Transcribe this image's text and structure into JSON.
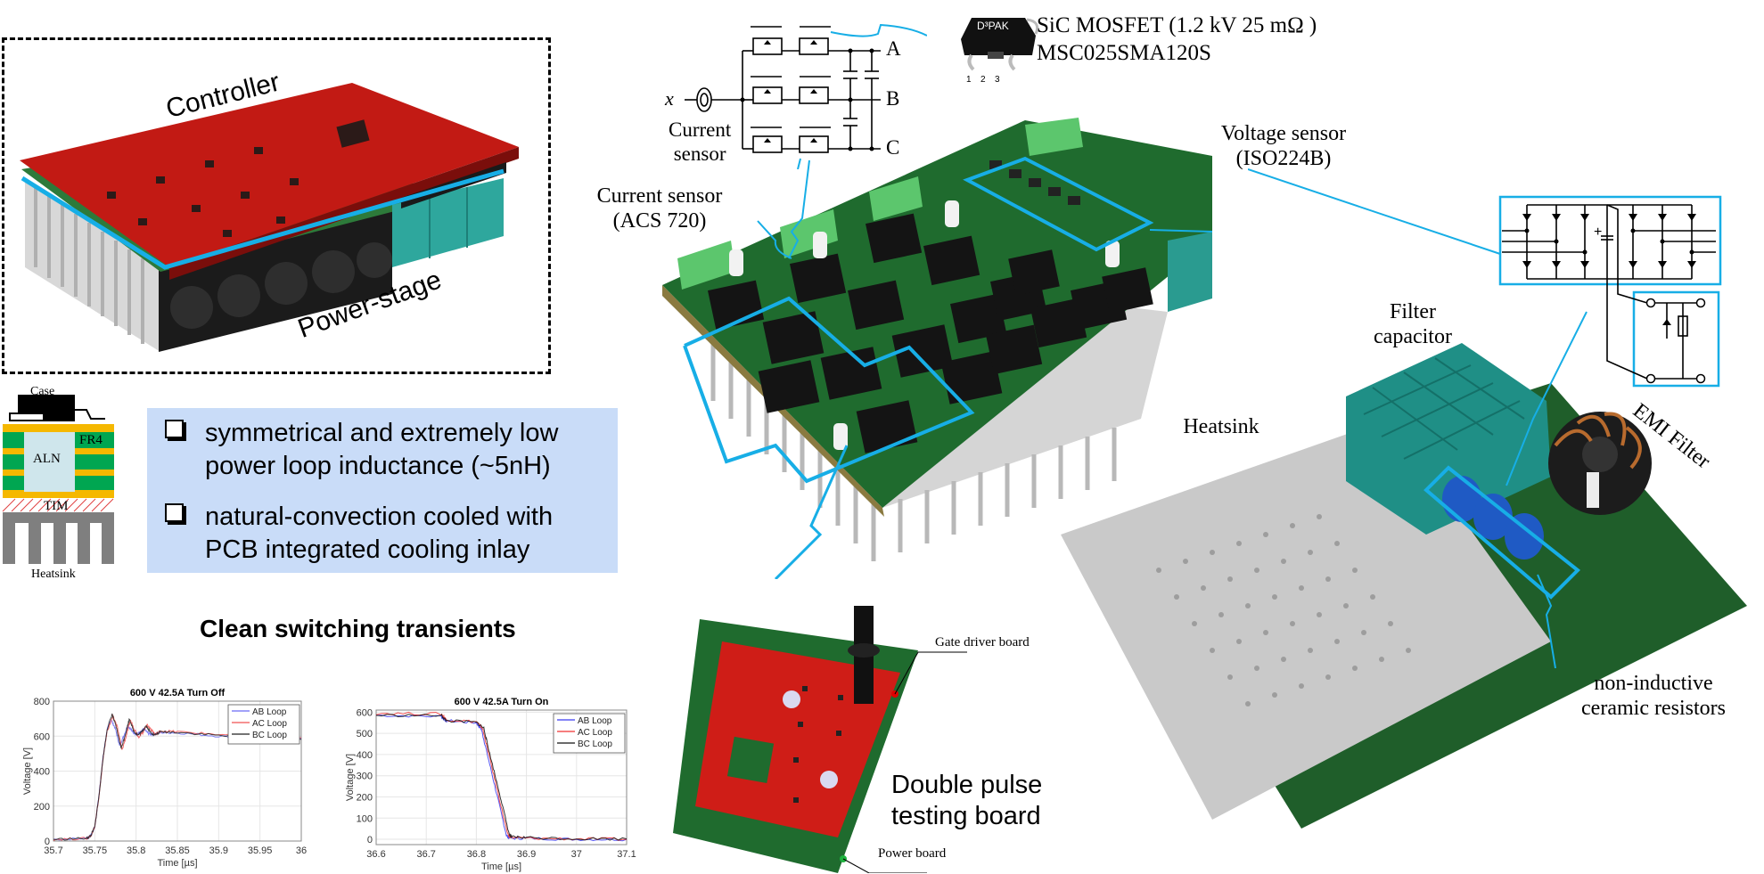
{
  "controller_panel": {
    "controller_label": "Controller",
    "power_stage_label": "Power-stage"
  },
  "stackup": {
    "case_label": "Case",
    "fr4_label": "FR4",
    "aln_label": "ALN",
    "tim_label": "TIM",
    "heatsink_label": "Heatsink",
    "colors": {
      "copper": "#f5b800",
      "fr4": "#00a651",
      "aln": "#cfe6ec",
      "heatsink": "#7f7f7f",
      "case": "#000000"
    }
  },
  "features": {
    "items": [
      {
        "line1": "symmetrical and extremely low",
        "line2": "power loop inductance (~5nH)"
      },
      {
        "line1": "natural-convection cooled with",
        "line2": "PCB integrated cooling inlay"
      }
    ],
    "background": "#c9dcf8"
  },
  "transients_heading": "Clean switching transients",
  "schematic": {
    "input_label": "x",
    "sensor_label_1": "Current",
    "sensor_label_2": "sensor",
    "outputs": [
      "A",
      "B",
      "C"
    ]
  },
  "mosfet": {
    "package_label": "D³PAK",
    "pins": [
      "1",
      "2",
      "3"
    ],
    "title": "SiC MOSFET (1.2 kV 25 mΩ )",
    "part_number": "MSC025SMA120S"
  },
  "center_board": {
    "current_sensor_label_1": "Current sensor",
    "current_sensor_label_2": "(ACS 720)",
    "voltage_sensor_label_1": "Voltage sensor",
    "voltage_sensor_label_2": "(ISO224B)"
  },
  "dpt_board": {
    "gate_driver_label": "Gate driver board",
    "power_board_label": "Power board",
    "title_line1": "Double pulse",
    "title_line2": "testing board"
  },
  "filter_board": {
    "filter_capacitor_label_1": "Filter",
    "filter_capacitor_label_2": "capacitor",
    "heatsink_label": "Heatsink",
    "emi_filter_label": "EMI Filter",
    "resistor_label_1": "non-inductive",
    "resistor_label_2": "ceramic resistors"
  },
  "accent_color": "#17aee6",
  "chart_data": [
    {
      "type": "line",
      "title": "600 V 42.5A Turn Off",
      "xlabel": "Time [µs]",
      "ylabel": "Voltage [V]",
      "xlim": [
        35.7,
        36.0
      ],
      "ylim": [
        0,
        800
      ],
      "xticks": [
        "35.7",
        "35.75",
        "35.8",
        "35.85",
        "35.9",
        "35.95",
        "36"
      ],
      "yticks": [
        "0",
        "200",
        "400",
        "600",
        "800"
      ],
      "grid": true,
      "legend": "top-right",
      "series": [
        {
          "name": "AB Loop",
          "color": "#6a6af5",
          "x": [
            35.7,
            35.74,
            35.745,
            35.75,
            35.755,
            35.76,
            35.765,
            35.77,
            35.775,
            35.78,
            35.785,
            35.79,
            35.795,
            35.8,
            35.805,
            35.81,
            35.815,
            35.82,
            35.83,
            35.85,
            35.9,
            35.95,
            36.0
          ],
          "y": [
            10,
            15,
            30,
            80,
            260,
            480,
            640,
            695,
            640,
            545,
            600,
            660,
            630,
            610,
            620,
            640,
            615,
            610,
            620,
            620,
            600,
            585,
            585
          ]
        },
        {
          "name": "AC Loop",
          "color": "#f05050",
          "x": [
            35.7,
            35.74,
            35.745,
            35.75,
            35.755,
            35.76,
            35.765,
            35.772,
            35.777,
            35.783,
            35.788,
            35.793,
            35.798,
            35.803,
            35.808,
            35.813,
            35.818,
            35.823,
            35.83,
            35.85,
            35.9,
            35.95,
            36.0
          ],
          "y": [
            10,
            15,
            30,
            80,
            250,
            470,
            630,
            710,
            660,
            520,
            600,
            690,
            640,
            595,
            620,
            665,
            640,
            610,
            630,
            625,
            610,
            590,
            590
          ]
        },
        {
          "name": "BC Loop",
          "color": "#222222",
          "x": [
            35.7,
            35.74,
            35.745,
            35.75,
            35.755,
            35.76,
            35.765,
            35.771,
            35.776,
            35.782,
            35.787,
            35.792,
            35.797,
            35.802,
            35.807,
            35.812,
            35.817,
            35.822,
            35.83,
            35.85,
            35.9,
            35.95,
            36.0
          ],
          "y": [
            10,
            15,
            30,
            80,
            255,
            475,
            640,
            725,
            650,
            530,
            610,
            700,
            630,
            605,
            625,
            660,
            625,
            605,
            625,
            622,
            605,
            585,
            582
          ]
        }
      ]
    },
    {
      "type": "line",
      "title": "600 V 42.5A Turn On",
      "xlabel": "Time [µs]",
      "ylabel": "Voltage [V]",
      "xlim": [
        36.6,
        37.1
      ],
      "ylim": [
        -25,
        610
      ],
      "xticks": [
        "36.6",
        "36.7",
        "36.8",
        "36.9",
        "37",
        "37.1"
      ],
      "yticks": [
        "0",
        "100",
        "200",
        "300",
        "400",
        "500",
        "600"
      ],
      "grid": true,
      "legend": "top-right",
      "series": [
        {
          "name": "AB Loop",
          "color": "#3a3af0",
          "x": [
            36.6,
            36.73,
            36.74,
            36.8,
            36.81,
            36.82,
            36.84,
            36.86,
            36.865,
            36.9,
            37.0,
            37.1
          ],
          "y": [
            585,
            580,
            560,
            550,
            520,
            420,
            220,
            20,
            5,
            5,
            0,
            0
          ]
        },
        {
          "name": "AC Loop",
          "color": "#f03030",
          "x": [
            36.6,
            36.73,
            36.74,
            36.8,
            36.812,
            36.823,
            36.843,
            36.863,
            36.868,
            36.9,
            37.0,
            37.1
          ],
          "y": [
            595,
            592,
            565,
            555,
            525,
            420,
            220,
            20,
            10,
            5,
            2,
            0
          ]
        },
        {
          "name": "BC Loop",
          "color": "#111111",
          "x": [
            36.6,
            36.73,
            36.74,
            36.8,
            36.815,
            36.825,
            36.846,
            36.866,
            36.87,
            36.9,
            37.0,
            37.1
          ],
          "y": [
            585,
            585,
            560,
            552,
            525,
            420,
            220,
            20,
            12,
            8,
            3,
            2
          ]
        }
      ]
    }
  ]
}
